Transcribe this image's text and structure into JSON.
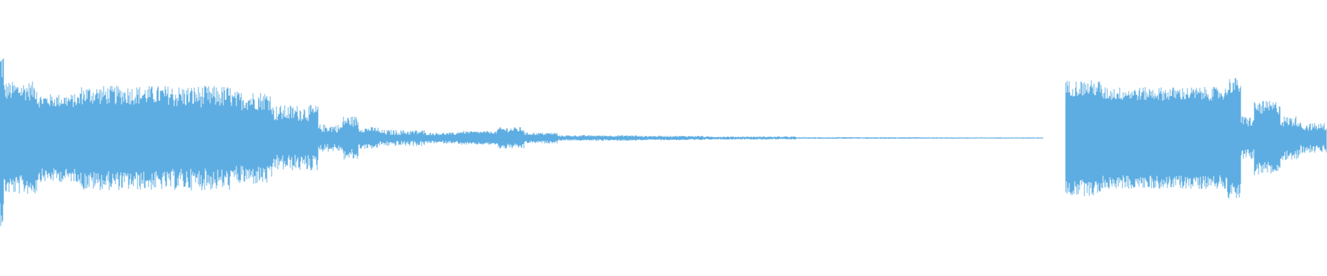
{
  "colors": {
    "background": "#ffffff",
    "waveform": "#5dade2"
  },
  "waveform": {
    "channels": 1,
    "zero_line_fraction": 0.5,
    "segments": [
      {
        "t_start": 0.0,
        "t_end": 0.003,
        "amp": 0.52,
        "jitter": 0.12
      },
      {
        "t_start": 0.003,
        "t_end": 0.028,
        "amp": 0.34,
        "jitter": 0.07
      },
      {
        "t_start": 0.028,
        "t_end": 0.06,
        "amp": 0.27,
        "jitter": 0.05
      },
      {
        "t_start": 0.06,
        "t_end": 0.13,
        "amp": 0.31,
        "jitter": 0.07
      },
      {
        "t_start": 0.13,
        "t_end": 0.175,
        "amp": 0.3,
        "jitter": 0.08
      },
      {
        "t_start": 0.175,
        "t_end": 0.205,
        "amp": 0.27,
        "jitter": 0.07
      },
      {
        "t_start": 0.205,
        "t_end": 0.24,
        "amp": 0.18,
        "jitter": 0.06
      },
      {
        "t_start": 0.24,
        "t_end": 0.258,
        "amp": 0.07,
        "jitter": 0.03
      },
      {
        "t_start": 0.258,
        "t_end": 0.27,
        "amp": 0.12,
        "jitter": 0.04
      },
      {
        "t_start": 0.27,
        "t_end": 0.285,
        "amp": 0.06,
        "jitter": 0.02
      },
      {
        "t_start": 0.285,
        "t_end": 0.32,
        "amp": 0.04,
        "jitter": 0.02
      },
      {
        "t_start": 0.32,
        "t_end": 0.345,
        "amp": 0.03,
        "jitter": 0.01
      },
      {
        "t_start": 0.345,
        "t_end": 0.375,
        "amp": 0.04,
        "jitter": 0.01
      },
      {
        "t_start": 0.375,
        "t_end": 0.395,
        "amp": 0.06,
        "jitter": 0.02
      },
      {
        "t_start": 0.395,
        "t_end": 0.42,
        "amp": 0.03,
        "jitter": 0.01
      },
      {
        "t_start": 0.42,
        "t_end": 0.48,
        "amp": 0.015,
        "jitter": 0.006
      },
      {
        "t_start": 0.48,
        "t_end": 0.53,
        "amp": 0.012,
        "jitter": 0.005
      },
      {
        "t_start": 0.53,
        "t_end": 0.6,
        "amp": 0.008,
        "jitter": 0.004
      },
      {
        "t_start": 0.6,
        "t_end": 0.7,
        "amp": 0.004,
        "jitter": 0.002
      },
      {
        "t_start": 0.7,
        "t_end": 0.786,
        "amp": 0.003,
        "jitter": 0.002
      },
      {
        "t_start": 0.786,
        "t_end": 0.803,
        "amp": 0.0,
        "jitter": 0.0
      },
      {
        "t_start": 0.803,
        "t_end": 0.83,
        "amp": 0.36,
        "jitter": 0.06
      },
      {
        "t_start": 0.83,
        "t_end": 0.925,
        "amp": 0.32,
        "jitter": 0.05
      },
      {
        "t_start": 0.925,
        "t_end": 0.935,
        "amp": 0.38,
        "jitter": 0.06
      },
      {
        "t_start": 0.935,
        "t_end": 0.945,
        "amp": 0.12,
        "jitter": 0.04
      },
      {
        "t_start": 0.945,
        "t_end": 0.965,
        "amp": 0.22,
        "jitter": 0.05
      },
      {
        "t_start": 0.965,
        "t_end": 0.98,
        "amp": 0.12,
        "jitter": 0.04
      },
      {
        "t_start": 0.98,
        "t_end": 1.0,
        "amp": 0.08,
        "jitter": 0.03
      }
    ]
  }
}
